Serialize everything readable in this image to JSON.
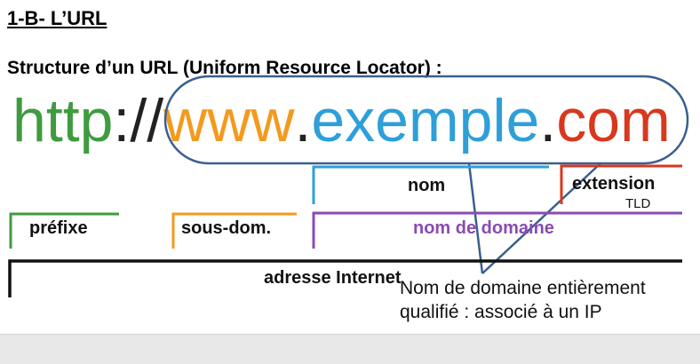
{
  "title": "1-B- L’URL",
  "subtitle": "Structure d’un URL (Uniform Resource Locator) :",
  "url_parts": {
    "scheme": "http",
    "sep": "://",
    "sub": "www",
    "dot1": ".",
    "name": "exemple",
    "dot2": ".",
    "ext": "com"
  },
  "labels": {
    "nom": "nom",
    "extension": "extension",
    "tld": "TLD",
    "prefixe": "préfixe",
    "sous_dom": "sous-dom.",
    "nom_de_domaine": "nom de domaine",
    "adresse": "adresse Internet"
  },
  "note": {
    "line1": "Nom de domaine entièrement",
    "line2": "qualifié : associé à un IP"
  },
  "colors": {
    "scheme": "#3f9b3f",
    "sub": "#f39a1e",
    "name": "#2e9fd8",
    "ext": "#d8381d",
    "domain": "#8a4bb0",
    "callout": "#3a5f8f",
    "black": "#111111"
  }
}
